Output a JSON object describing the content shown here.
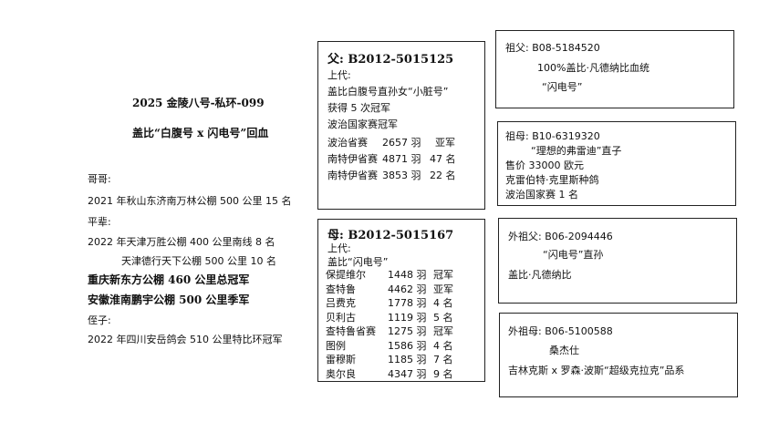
{
  "left": {
    "title": "2025 金陵八号-私环-099",
    "subtitle": "盖比“白腹号 x 闪电号”回血",
    "lines": [
      {
        "text": "哥哥:",
        "bold": false
      },
      {
        "text": "2021 年秋山东济南万林公棚 500 公里 15 名",
        "bold": false
      },
      {
        "text": "平辈:",
        "bold": false
      },
      {
        "text": "2022 年天津万胜公棚 400 公里南线 8 名",
        "bold": false
      },
      {
        "text": "天津德行天下公棚 500 公里 10 名",
        "bold": false
      },
      {
        "text": "重庆新东方公棚 460 公里总冠军",
        "bold": true
      },
      {
        "text": "安徽淮南鹏宇公棚 500 公里季军",
        "bold": true
      },
      {
        "text": "侄子:",
        "bold": false
      },
      {
        "text": "2022 年四川安岳鸽会 510 公里特比环冠军",
        "bold": false
      }
    ]
  },
  "father": {
    "title": "父: B2012-5015125",
    "lines": [
      "上代:",
      "盖比白腹号直孙女“小脏号”",
      "获得 5 次冠军",
      "波治国家赛冠军"
    ],
    "records": [
      {
        "name": "波治省赛",
        "count": "2657 羽",
        "rank": "亚军"
      },
      {
        "name": "南特伊省赛",
        "count": "4871 羽",
        "rank": "47 名"
      },
      {
        "name": "南特伊省赛",
        "count": "3853 羽",
        "rank": "22 名"
      }
    ]
  },
  "mother": {
    "title": "母: B2012-5015167",
    "lines": [
      "上代:",
      "盖比“闪电号”"
    ],
    "records": [
      {
        "name": "保提维尔",
        "count": "1448 羽",
        "rank": "冠军"
      },
      {
        "name": "查特鲁",
        "count": "4462 羽",
        "rank": "亚军"
      },
      {
        "name": "吕费克",
        "count": "1778 羽",
        "rank": "4 名"
      },
      {
        "name": "贝利古",
        "count": "1119 羽",
        "rank": "5 名"
      },
      {
        "name": "查特鲁省赛",
        "count": "1275 羽",
        "rank": "冠军"
      },
      {
        "name": "图例",
        "count": "1586 羽",
        "rank": "4 名"
      },
      {
        "name": "雷穆斯",
        "count": "1185 羽",
        "rank": "7 名"
      },
      {
        "name": "奥尔良",
        "count": "4347 羽",
        "rank": "9 名"
      }
    ]
  },
  "gf": {
    "title": "祖父: B08-5184520",
    "line1": "100%盖比·凡德纳比血统",
    "line2": "“闪电号”"
  },
  "gm": {
    "title": "祖母: B10-6319320",
    "line1": "“理想的弗雷迪”直子",
    "line2": "售价 33000 欧元",
    "line3": "克雷伯特·克里斯种鸽",
    "line4": "波治国家赛 1 名"
  },
  "mgf": {
    "title": "外祖父: B06-2094446",
    "line1": "“闪电号”直孙",
    "line2": "盖比·凡德纳比"
  },
  "mgm": {
    "title": "外祖母: B06-5100588",
    "line1": "桑杰仕",
    "line2": "吉林克斯 x 罗森·波斯“超级克拉克”品系"
  }
}
